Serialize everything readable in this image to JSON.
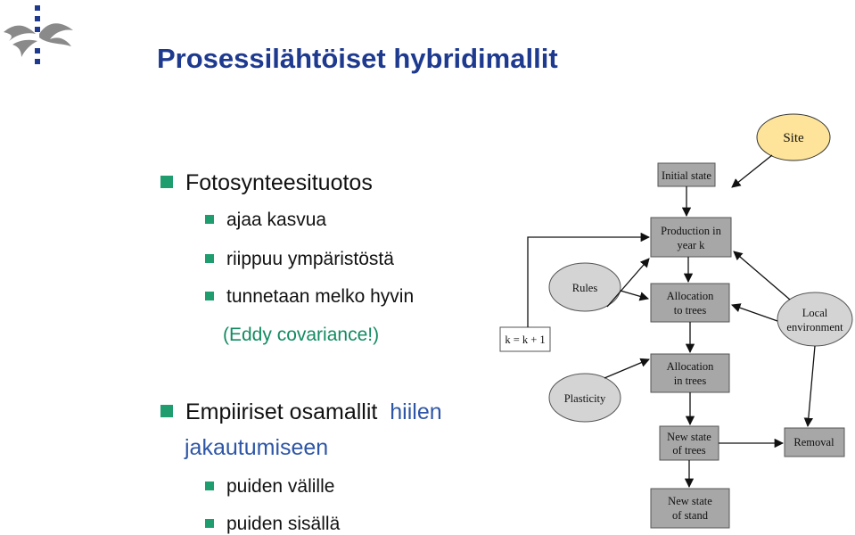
{
  "slide": {
    "title": "Prosessilähtöiset  hybridimallit",
    "logo_icon": "flame-torch-logo-icon"
  },
  "bullets": {
    "fotosynteesi": {
      "label": "Fotosynteesituotos",
      "subs": [
        "ajaa kasvua",
        "riippuu ympäristöstä",
        "tunnetaan melko hyvin"
      ],
      "note": "(Eddy covariance!)"
    },
    "empiiriset": {
      "label_part1": "Empiiriset osamallit",
      "label_part2": "hiilen",
      "label_part3": "jakautumiseen",
      "subs": [
        "puiden välille",
        "puiden sisällä"
      ]
    }
  },
  "diagram": {
    "site": "Site",
    "initial_state": "Initial state",
    "production": [
      "Production in",
      "year k"
    ],
    "rules": "Rules",
    "allocation_to": [
      "Allocation",
      "to trees"
    ],
    "local_env": [
      "Local",
      "environment"
    ],
    "k_increment": "k = k + 1",
    "allocation_in": [
      "Allocation",
      "in trees"
    ],
    "plasticity": "Plasticity",
    "new_state_trees": [
      "New state",
      "of trees"
    ],
    "removal": "Removal",
    "new_state_stand": [
      "New state",
      "of stand"
    ],
    "colors": {
      "box_fill": "#a7a7a7",
      "site_fill": "#fde49a",
      "ellipse_fill": "#d4d4d4"
    }
  },
  "colors": {
    "title": "#1e3a8f",
    "bullet": "#1f9d6e",
    "note": "#138a62",
    "highlight": "#2e56a6"
  }
}
